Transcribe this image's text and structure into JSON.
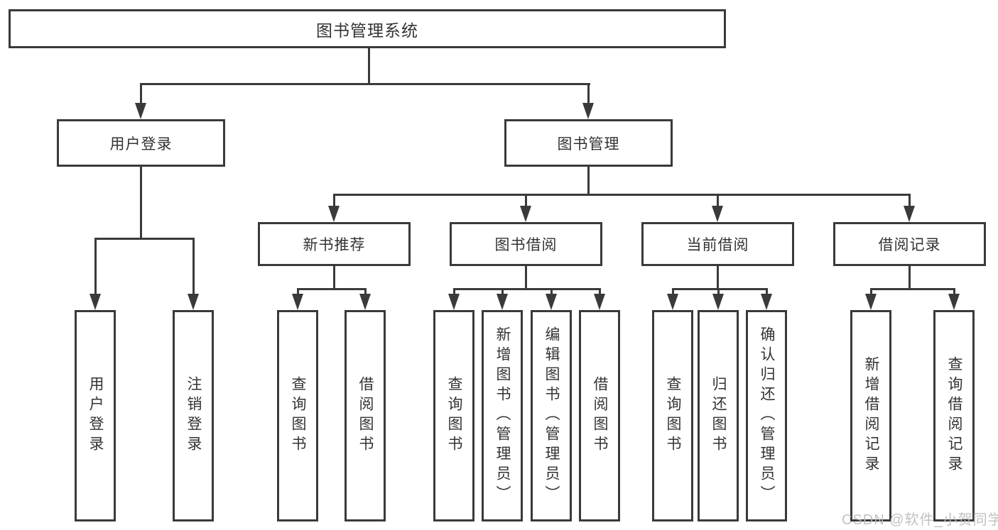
{
  "tree": {
    "label": "图书管理系统",
    "children": [
      {
        "label": "用户登录",
        "children": [
          {
            "label": "用户登录"
          },
          {
            "label": "注销登录"
          }
        ]
      },
      {
        "label": "图书管理",
        "children": [
          {
            "label": "新书推荐",
            "children": [
              {
                "label": "查询图书"
              },
              {
                "label": "借阅图书"
              }
            ]
          },
          {
            "label": "图书借阅",
            "children": [
              {
                "label": "查询图书"
              },
              {
                "label": "新增图书（管理员）"
              },
              {
                "label": "编辑图书（管理员）"
              },
              {
                "label": "借阅图书"
              }
            ]
          },
          {
            "label": "当前借阅",
            "children": [
              {
                "label": "查询图书"
              },
              {
                "label": "归还图书"
              },
              {
                "label": "确认归还（管理员）"
              }
            ]
          },
          {
            "label": "借阅记录",
            "children": [
              {
                "label": "新增借阅记录"
              },
              {
                "label": "查询借阅记录"
              }
            ]
          }
        ]
      }
    ]
  },
  "watermark": "CSDN @软件_小贺同学",
  "colors": {
    "line": "#3a3a3a",
    "text": "#333333",
    "watermark": "#bababa",
    "background": "#ffffff"
  }
}
